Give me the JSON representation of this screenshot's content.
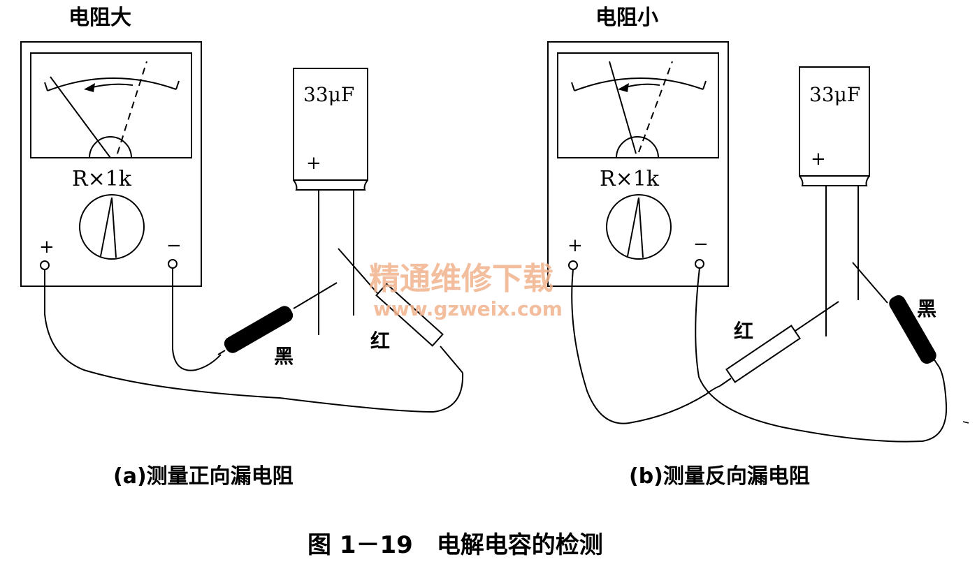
{
  "panel_a": {
    "title": "电阻大",
    "range_label": "R×1k",
    "plus_sign": "+",
    "minus_sign": "−",
    "capacitor_label": "33μF",
    "capacitor_plus": "+",
    "black_probe_label": "黑",
    "red_probe_label": "红",
    "caption": "(a)测量正向漏电阻"
  },
  "panel_b": {
    "title": "电阻小",
    "range_label": "R×1k",
    "plus_sign": "+",
    "minus_sign": "−",
    "capacitor_label": "33μF",
    "capacitor_plus": "+",
    "black_probe_label": "黑",
    "red_probe_label": "红",
    "caption": "(b)测量反向漏电阻"
  },
  "figure_caption": "图 1－19　电解电容的检测",
  "watermark": {
    "line1": "精通维修下载",
    "line2": "www.gzweix.com",
    "color": "#f2b38e"
  }
}
